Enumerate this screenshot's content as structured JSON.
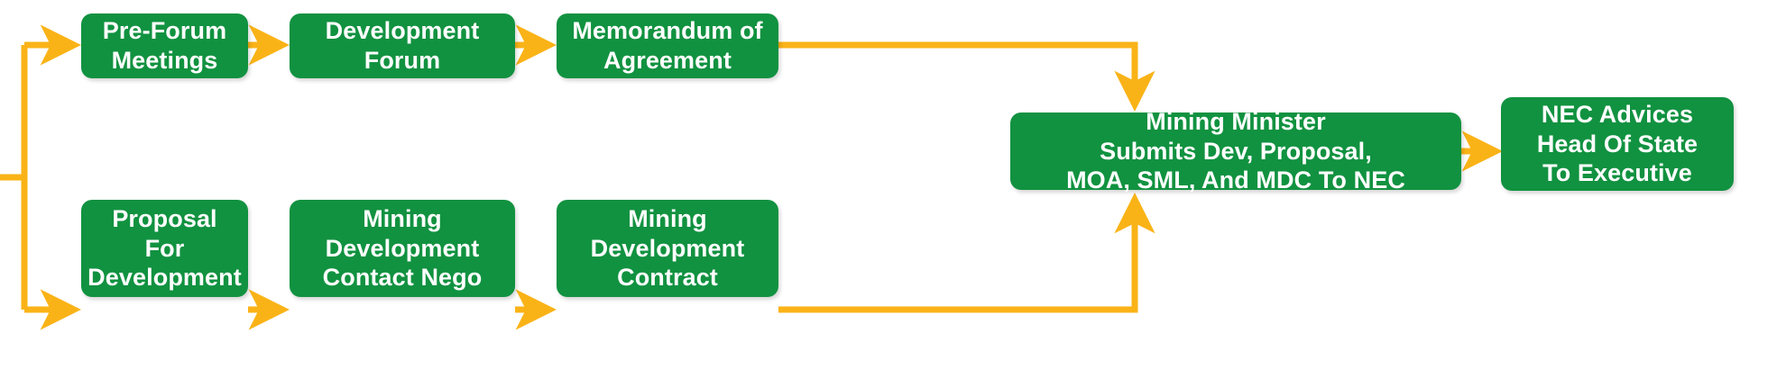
{
  "diagram": {
    "title": "Mining Development Approval Process Flowchart",
    "colors": {
      "node_fill": "#119240",
      "node_text": "#ffffff",
      "connector": "#FAB317",
      "background": "#ffffff"
    },
    "nodes": [
      {
        "id": "pre-forum-meetings",
        "label": "Pre-Forum\nMeetings",
        "row": "top",
        "order": 1
      },
      {
        "id": "development-forum",
        "label": "Development\nForum",
        "row": "top",
        "order": 2
      },
      {
        "id": "memorandum-of-agreement",
        "label": "Memorandum of\nAgreement",
        "row": "top",
        "order": 3
      },
      {
        "id": "proposal-for-development",
        "label": "Proposal\nFor\nDevelopment",
        "row": "bottom",
        "order": 1
      },
      {
        "id": "mining-development-contact-nego",
        "label": "Mining\nDevelopment\nContact Nego",
        "row": "bottom",
        "order": 2
      },
      {
        "id": "mining-development-contract",
        "label": "Mining\nDevelopment\nContract",
        "row": "bottom",
        "order": 3
      },
      {
        "id": "mining-minister-submits",
        "label": "Mining Minister\nSubmits Dev, Proposal,\nMOA, SML, And MDC To NEC",
        "row": "center",
        "order": 4
      },
      {
        "id": "nec-advices-head-of-state",
        "label": "NEC Advices\nHead Of State\nTo Executive",
        "row": "center",
        "order": 5
      }
    ],
    "edges": [
      {
        "id": "split-to-pre-forum-meetings",
        "from": "start",
        "to": "pre-forum-meetings",
        "style": "elbow"
      },
      {
        "id": "split-to-proposal-for-development",
        "from": "start",
        "to": "proposal-for-development",
        "style": "elbow"
      },
      {
        "id": "pre-forum-meetings-to-development-forum",
        "from": "pre-forum-meetings",
        "to": "development-forum",
        "style": "straight"
      },
      {
        "id": "development-forum-to-memorandum-of-agreement",
        "from": "development-forum",
        "to": "memorandum-of-agreement",
        "style": "straight"
      },
      {
        "id": "memorandum-of-agreement-to-mining-minister",
        "from": "memorandum-of-agreement",
        "to": "mining-minister-submits",
        "style": "elbow-down"
      },
      {
        "id": "proposal-to-contact-nego",
        "from": "proposal-for-development",
        "to": "mining-development-contact-nego",
        "style": "straight"
      },
      {
        "id": "contact-nego-to-contract",
        "from": "mining-development-contact-nego",
        "to": "mining-development-contract",
        "style": "straight"
      },
      {
        "id": "contract-to-mining-minister",
        "from": "mining-development-contract",
        "to": "mining-minister-submits",
        "style": "elbow-up"
      },
      {
        "id": "mining-minister-to-nec-advices",
        "from": "mining-minister-submits",
        "to": "nec-advices-head-of-state",
        "style": "straight"
      }
    ]
  }
}
